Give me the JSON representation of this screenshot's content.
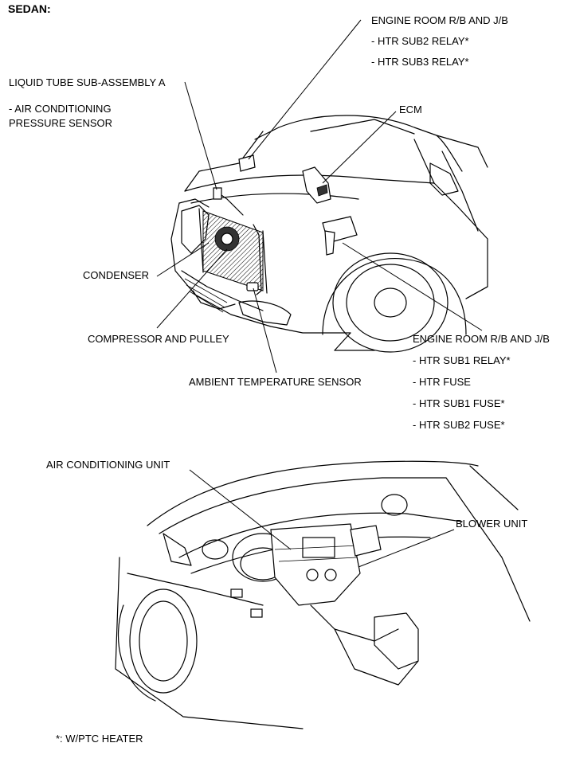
{
  "header": {
    "title": "SEDAN:"
  },
  "labels": {
    "engine_room_top_title": "ENGINE ROOM R/B AND J/B",
    "engine_room_top_item1": "- HTR SUB2 RELAY*",
    "engine_room_top_item2": "- HTR SUB3 RELAY*",
    "liquid_tube_title": "LIQUID TUBE SUB-ASSEMBLY A",
    "liquid_tube_item1": "- AIR CONDITIONING",
    "liquid_tube_item2": "PRESSURE SENSOR",
    "ecm": "ECM",
    "condenser": "CONDENSER",
    "compressor": "COMPRESSOR AND PULLEY",
    "ambient_sensor": "AMBIENT TEMPERATURE SENSOR",
    "engine_room_bottom_title": "ENGINE ROOM R/B AND J/B",
    "engine_room_bottom_item1": "- HTR SUB1 RELAY*",
    "engine_room_bottom_item2": "- HTR FUSE",
    "engine_room_bottom_item3": "- HTR SUB1 FUSE*",
    "engine_room_bottom_item4": "- HTR SUB2 FUSE*",
    "ac_unit": "AIR CONDITIONING UNIT",
    "blower_unit": "BLOWER UNIT",
    "footnote": "*: W/PTC HEATER"
  }
}
